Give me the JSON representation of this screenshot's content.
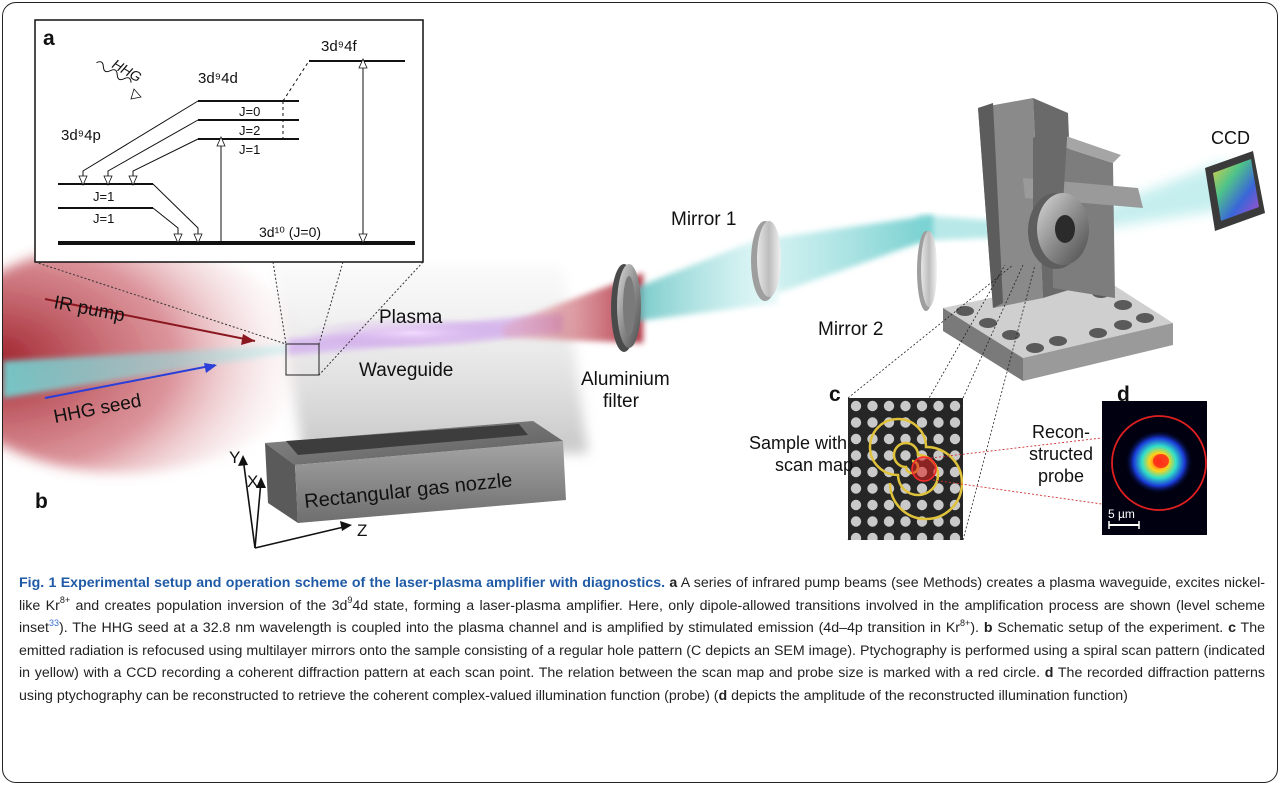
{
  "panels": {
    "a": "a",
    "b": "b",
    "c": "c",
    "d": "d"
  },
  "level_scheme": {
    "hhg": "HHG",
    "level_4p": "3d⁹4p",
    "level_4d": "3d⁹4d",
    "level_4f": "3d⁹4f",
    "j0": "J=0",
    "j2": "J=2",
    "j1_upper": "J=1",
    "j1_a": "J=1",
    "j1_b": "J=1",
    "ground": "3d¹⁰ (J=0)"
  },
  "setup_labels": {
    "ir_pump": "IR pump",
    "hhg_seed": "HHG seed",
    "plasma": "Plasma",
    "waveguide": "Waveguide",
    "nozzle": "Rectangular gas nozzle",
    "aluminium_filter": "Aluminium\nfilter",
    "mirror1": "Mirror 1",
    "mirror2": "Mirror 2",
    "ccd": "CCD",
    "axis_x": "X",
    "axis_y": "Y",
    "axis_z": "Z"
  },
  "panel_c": {
    "label": "Sample with\nscan map"
  },
  "panel_d": {
    "label": "Recon-\nstructed\nprobe",
    "scalebar": "5 µm"
  },
  "caption": {
    "fig": "Fig. 1",
    "title": "Experimental setup and operation scheme of the laser-plasma amplifier with diagnostics.",
    "a": "a",
    "text_a1": "A series of infrared pump beams (see Methods) creates a plasma waveguide, excites nickel-like Kr",
    "sup_kr": "8+",
    "text_a2": "and creates population inversion of the 3d",
    "sup_9a": "9",
    "text_a3": "4d state, forming a laser-plasma amplifier. Here, only dipole-allowed transitions involved in the amplification process are shown (level scheme inset",
    "cite": "33",
    "text_a4": "). The HHG seed at a 32.8 nm wavelength is coupled into the plasma channel and is amplified by stimulated emission (4d–4p transition in Kr",
    "sup_kr2": "8+",
    "text_a5": ").",
    "b": "b",
    "text_b": "Schematic setup of the experiment.",
    "c": "c",
    "text_c": "The emitted radiation is refocused using multilayer mirrors onto the sample consisting of a regular hole pattern (C depicts an SEM image). Ptychography is performed using a spiral scan pattern (indicated in yellow) with a CCD recording a coherent diffraction pattern at each scan point. The relation between the scan map and probe size is marked with a red circle.",
    "d": "d",
    "text_d1": "The recorded diffraction patterns using ptychography can be reconstructed to retrieve the coherent complex-valued illumination function (probe) (",
    "d2": "d",
    "text_d2": "depicts the amplitude of the reconstructed illumination function)"
  },
  "colors": {
    "ir_red": "#9b1a24",
    "hhg_cyan": "#5ec9c9",
    "seed_blue": "#2a3fd8",
    "plasma_purple": "#c79be0",
    "spiral_yellow": "#e0c23a",
    "probe_red": "#e02020",
    "title_blue": "#1f5aa6"
  }
}
